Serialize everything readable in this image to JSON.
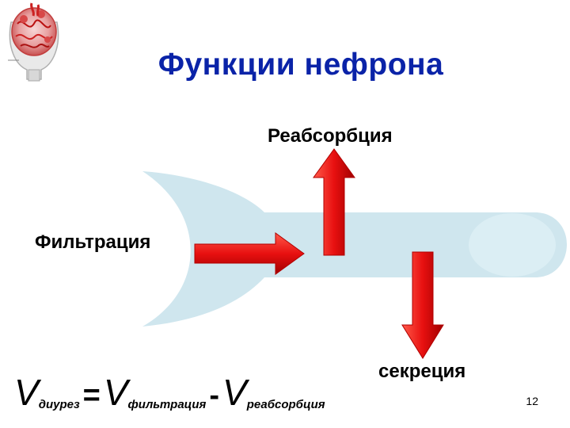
{
  "title": "Функции нефрона",
  "labels": {
    "reabsorption": "Реабсорбция",
    "filtration": "Фильтрация",
    "secretion": "секреция"
  },
  "formula": {
    "v1": "V",
    "sub1": "диурез",
    "eq": "=",
    "v2": "V",
    "sub2": "фильтрация",
    "minus": "-",
    "v3": "V",
    "sub3": "реабсорбция"
  },
  "page_number": "12",
  "colors": {
    "title": "#0a23a8",
    "tube": "#cfe6ee",
    "arrow": "#e81010"
  },
  "icons": {
    "corner_image": "nephron-glomerulus-illustration"
  }
}
